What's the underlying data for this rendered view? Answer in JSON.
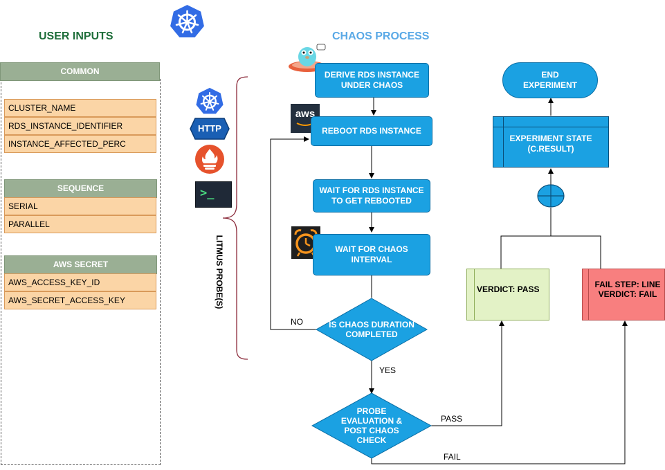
{
  "user_inputs": {
    "title": "USER INPUTS",
    "groups": [
      {
        "header": "COMMON",
        "items": [
          "CLUSTER_NAME",
          "RDS_INSTANCE_IDENTIFIER",
          "INSTANCE_AFFECTED_PERC"
        ]
      },
      {
        "header": "SEQUENCE",
        "items": [
          "SERIAL",
          "PARALLEL"
        ]
      },
      {
        "header": "AWS SECRET",
        "items": [
          "AWS_ACCESS_KEY_ID",
          "AWS_SECRET_ACCESS_KEY"
        ]
      }
    ]
  },
  "chaos": {
    "title": "CHAOS PROCESS",
    "steps": {
      "derive": "DERIVE RDS INSTANCE\nUNDER CHAOS",
      "reboot": "REBOOT RDS INSTANCE",
      "wait_reboot": "WAIT FOR RDS INSTANCE\nTO GET REBOOTED",
      "wait_interval": "WAIT FOR CHAOS\nINTERVAL",
      "duration_check": "IS CHAOS DURATION\nCOMPLETED",
      "probe_eval": "PROBE\nEVALUATION &\nPOST CHAOS\nCHECK",
      "end": "END\nEXPERIMENT",
      "state": "EXPERIMENT STATE\n(C.RESULT)",
      "pass": "VERDICT: PASS",
      "fail": "FAIL STEP: LINE\nVERDICT: FAIL"
    },
    "edges": {
      "no": "NO",
      "yes": "YES",
      "pass": "PASS",
      "fail": "FAIL"
    },
    "probe_label": "LITMUS PROBE(S)",
    "probe_icons": [
      "kubernetes-icon",
      "http-icon",
      "prometheus-icon",
      "terminal-icon"
    ],
    "http_text": "HTTP",
    "aws_text": "aws",
    "terminal_text": ">_"
  },
  "colors": {
    "green_title": "#1e6e3a",
    "blue_title": "#5aa9e6",
    "process_blue": "#1ba1e2",
    "pass_green": "#e3f2c6",
    "fail_red": "#f87f7f",
    "header_green": "#9aaf94",
    "cell_orange": "#fbd5a6",
    "brace_red": "#8b2a3a"
  }
}
